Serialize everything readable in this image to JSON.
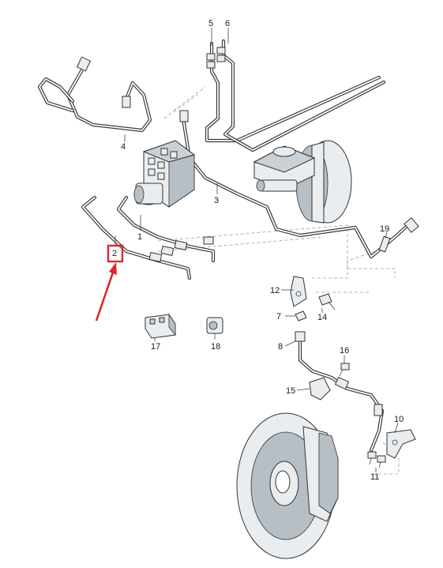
{
  "callouts": {
    "c1": "1",
    "c2": "2",
    "c3": "3",
    "c4": "4",
    "c5": "5",
    "c6": "6",
    "c7": "7",
    "c8": "8",
    "c10": "10",
    "c11": "11",
    "c12": "12",
    "c14": "14",
    "c15": "15",
    "c16": "16",
    "c17": "17",
    "c18": "18",
    "c19": "19"
  },
  "highlight": {
    "callout": "2",
    "color": "#e0262b"
  },
  "colors": {
    "line": "#3a3a3a",
    "part_fill": "#e9edf0",
    "shade": "#b6bec6"
  }
}
